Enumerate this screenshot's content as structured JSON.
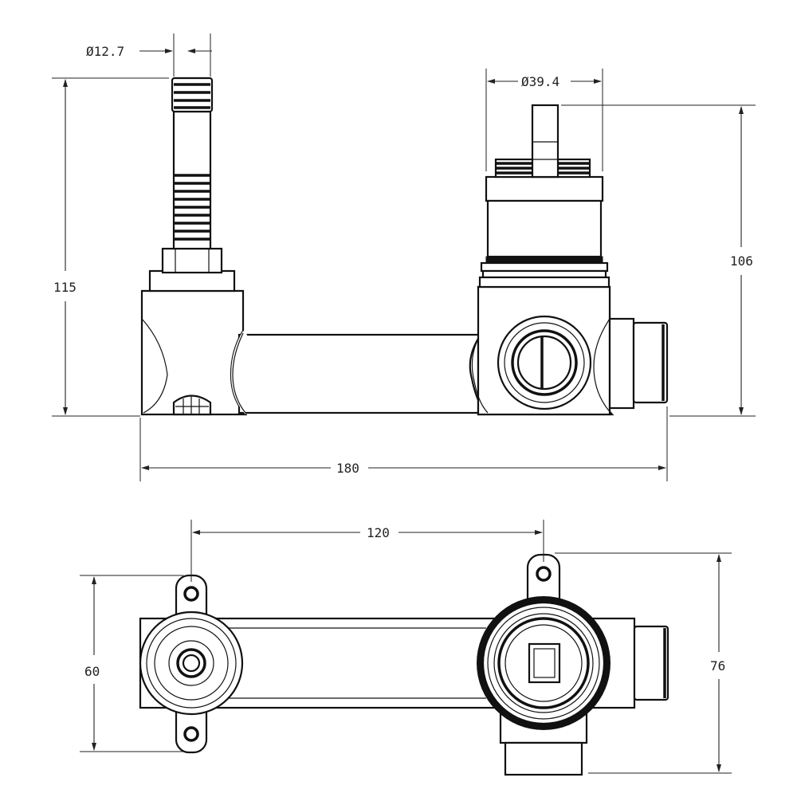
{
  "dimensions": {
    "stem_diameter": "Ø12.7",
    "cartridge_diameter": "Ø39.4",
    "left_height": "115",
    "right_height": "106",
    "overall_width": "180",
    "center_distance": "120",
    "top_view_depth": "60",
    "top_view_height": "76"
  }
}
